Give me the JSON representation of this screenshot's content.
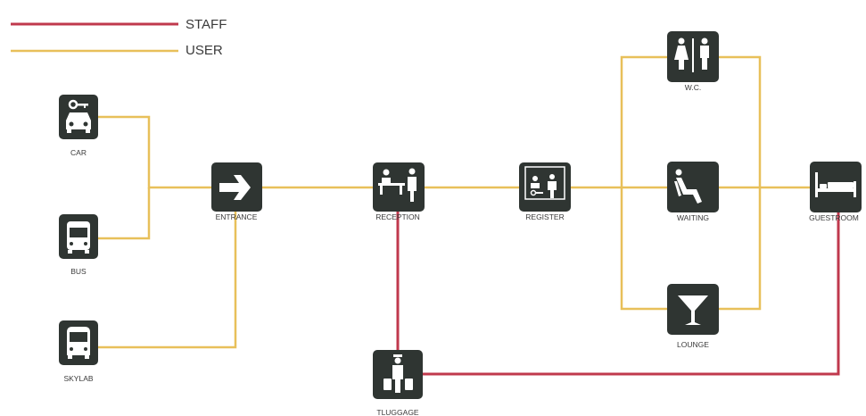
{
  "legend": {
    "staff": {
      "label": "STAFF",
      "color": "#c0394d"
    },
    "user": {
      "label": "USER",
      "color": "#e8c05a"
    }
  },
  "nodes": {
    "car": {
      "label": "CAR",
      "icon": "car-icon"
    },
    "bus": {
      "label": "BUS",
      "icon": "bus-icon"
    },
    "skylab": {
      "label": "SKYLAB",
      "icon": "shuttle-bus-icon"
    },
    "entrance": {
      "label": "ENTRANCE",
      "icon": "arrow-right-icon"
    },
    "reception": {
      "label": "RECEPTION",
      "icon": "reception-desk-icon"
    },
    "register": {
      "label": "REGISTER",
      "icon": "register-key-icon"
    },
    "wc": {
      "label": "W.C.",
      "icon": "restroom-icon"
    },
    "waiting": {
      "label": "WAITING",
      "icon": "seated-person-icon"
    },
    "lounge": {
      "label": "LOUNGE",
      "icon": "cocktail-glass-icon"
    },
    "guestroom": {
      "label": "GUESTROOM",
      "icon": "bed-icon"
    },
    "luggage": {
      "label": "TLUGGAGE",
      "icon": "porter-luggage-icon"
    }
  },
  "colors": {
    "node_fill": "#2f3532",
    "background": "#ffffff"
  }
}
